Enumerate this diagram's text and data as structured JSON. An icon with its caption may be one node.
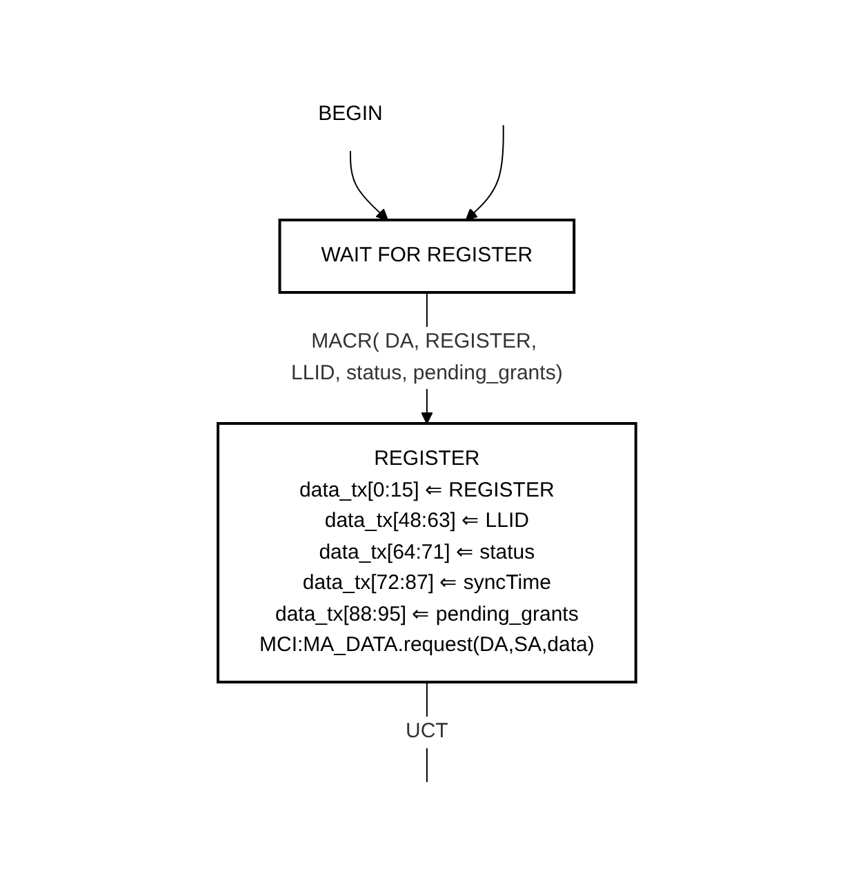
{
  "diagram": {
    "nodes": [
      {
        "text": [
          "BEGIN"
        ]
      },
      {
        "text": [
          "WAIT FOR REGISTER"
        ]
      },
      {
        "text": [
          "REGISTER",
          "data_tx[0:15] ⇐ REGISTER",
          "data_tx[48:63] ⇐ LLID",
          "data_tx[64:71] ⇐ status",
          "data_tx[72:87] ⇐ syncTime",
          "data_tx[88:95] ⇐ pending_grants",
          "MCI:MA_DATA.request(DA,SA,data)"
        ]
      }
    ],
    "edges": [
      {
        "from": 0,
        "to": 1,
        "arrow": "to"
      },
      {
        "from": null,
        "to": 1,
        "arrow": "to"
      },
      {
        "from": 1,
        "to": 2,
        "arrow": "to",
        "label": "MACR( DA, REGISTER, LLID, status, pending_grants)"
      },
      {
        "from": 2,
        "to": null,
        "arrow": "none",
        "label": "UCT"
      }
    ]
  }
}
